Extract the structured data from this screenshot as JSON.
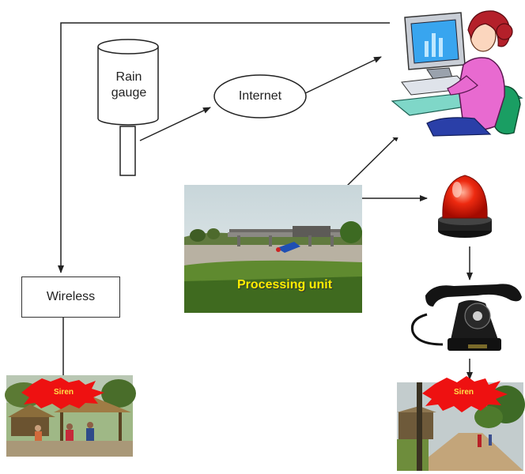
{
  "nodes": {
    "rain_gauge": "Rain\ngauge",
    "internet": "Internet",
    "wireless": "Wireless",
    "processing_unit": "Processing unit",
    "siren_left": "Siren",
    "siren_right": "Siren"
  },
  "icons": [
    "computer-user-icon",
    "siren-light-icon",
    "telephone-icon",
    "river-bridge-photo",
    "village-hut-photo",
    "village-road-photo"
  ],
  "colors": {
    "line": "#222222",
    "siren_burst": "#ee1111",
    "siren_text": "#ffe14a",
    "processing_text": "#ffee00"
  }
}
